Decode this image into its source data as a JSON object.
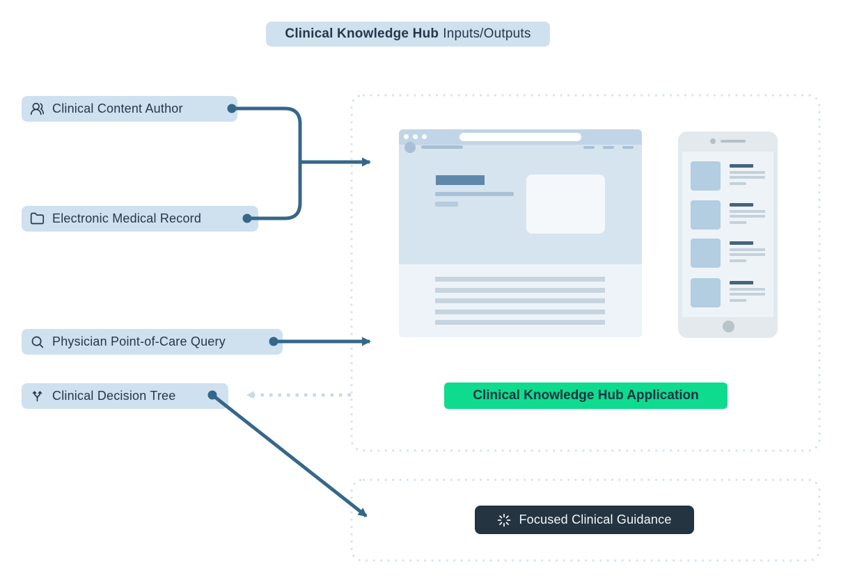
{
  "title": {
    "highlight": "Clinical Knowledge Hub",
    "suffix": "Inputs/Outputs"
  },
  "inputs": [
    {
      "label": "Clinical Content Author",
      "icon": "users-icon"
    },
    {
      "label": "Electronic Medical Record",
      "icon": "folder-icon"
    },
    {
      "label": "Physician Point-of-Care Query",
      "icon": "search-icon"
    },
    {
      "label": "Clinical Decision Tree",
      "icon": "split-icon"
    }
  ],
  "application": {
    "label": "Clinical Knowledge Hub Application",
    "accent_color": "#0fdb8e",
    "mockups": [
      "browser-window",
      "mobile-phone"
    ]
  },
  "output": {
    "label": "Focused Clinical Guidance",
    "icon": "loader-icon",
    "background_color": "#243440"
  },
  "colors": {
    "node_background": "#cfe1ef",
    "text_dark": "#24384a",
    "connector": "#35678a",
    "boundary_dotted": "#d7e4ec",
    "return_arrow": "#c5dae5"
  }
}
